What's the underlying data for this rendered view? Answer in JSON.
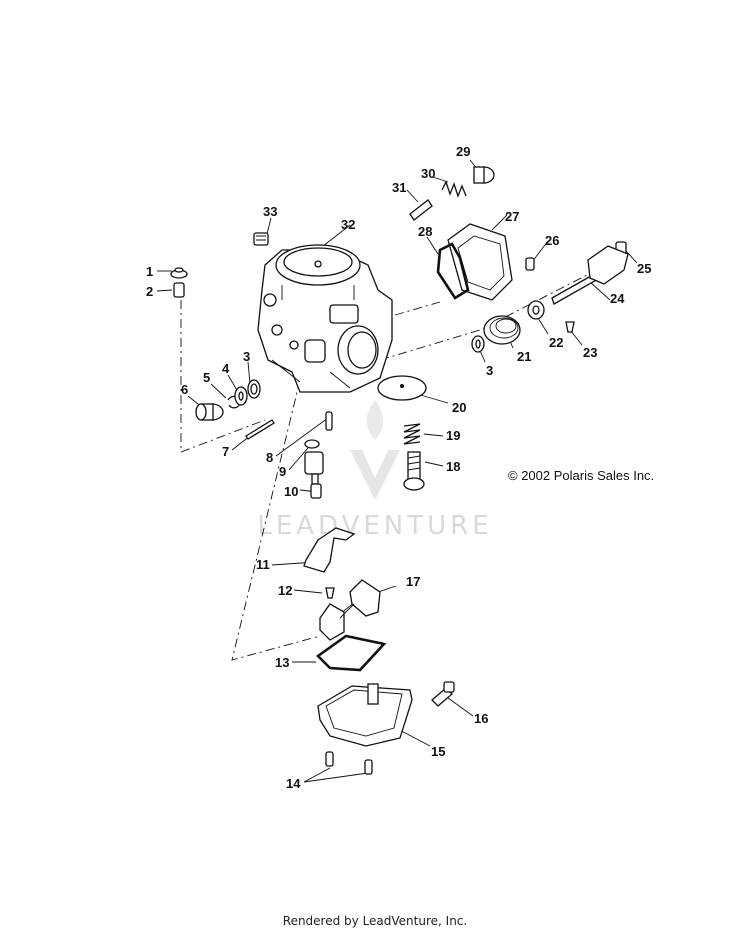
{
  "diagram": {
    "copyright": "© 2002 Polaris Sales Inc.",
    "watermark": "LEADVENTURE",
    "part_labels": [
      "1",
      "2",
      "3",
      "4",
      "5",
      "6",
      "7",
      "8",
      "9",
      "10",
      "11",
      "12",
      "13",
      "14",
      "15",
      "16",
      "17",
      "18",
      "19",
      "20",
      "21",
      "22",
      "23",
      "24",
      "25",
      "26",
      "27",
      "28",
      "29",
      "30",
      "31",
      "32",
      "33",
      "3"
    ]
  },
  "footer": {
    "text": "Rendered by LeadVenture, Inc."
  }
}
